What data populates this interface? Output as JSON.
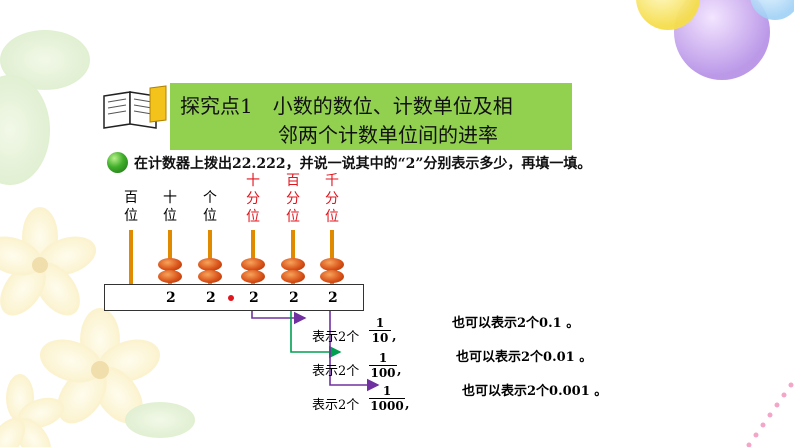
{
  "title": {
    "line1": "探究点1　小数的数位、计数单位及相",
    "line2": "邻两个计数单位间的进率"
  },
  "instruction": "在计数器上拨出22.222，并说一说其中的“2”分别表示多少，再填一填。",
  "colors": {
    "title_bg": "#92d050",
    "decimal_label": "#e0161e",
    "arrow_purple": "#7030a0",
    "arrow_green": "#00a050",
    "rod": "#e08a00",
    "bead": "#d9541a"
  },
  "abacus": {
    "places": [
      {
        "label": [
          "百",
          "位"
        ],
        "beads": 0,
        "digit": ""
      },
      {
        "label": [
          "十",
          "位"
        ],
        "beads": 2,
        "digit": "2"
      },
      {
        "label": [
          "个",
          "位"
        ],
        "beads": 2,
        "digit": "2"
      },
      {
        "label": [
          "十",
          "分",
          "位"
        ],
        "beads": 2,
        "digit": "2"
      },
      {
        "label": [
          "百",
          "分",
          "位"
        ],
        "beads": 2,
        "digit": "2"
      },
      {
        "label": [
          "千",
          "分",
          "位"
        ],
        "beads": 2,
        "digit": "2"
      }
    ]
  },
  "meanings": [
    {
      "prefix": "表示2个",
      "numerator": "1",
      "denominator": "10",
      "comma": ",",
      "also": "也可以表示2个0.1 。"
    },
    {
      "prefix": "表示2个",
      "numerator": "1",
      "denominator": "100",
      "comma": ",",
      "also": "也可以表示2个0.01 。"
    },
    {
      "prefix": "表示2个",
      "numerator": "1",
      "denominator": "1000",
      "comma": ",",
      "also": "也可以表示2个0.001 。"
    }
  ]
}
